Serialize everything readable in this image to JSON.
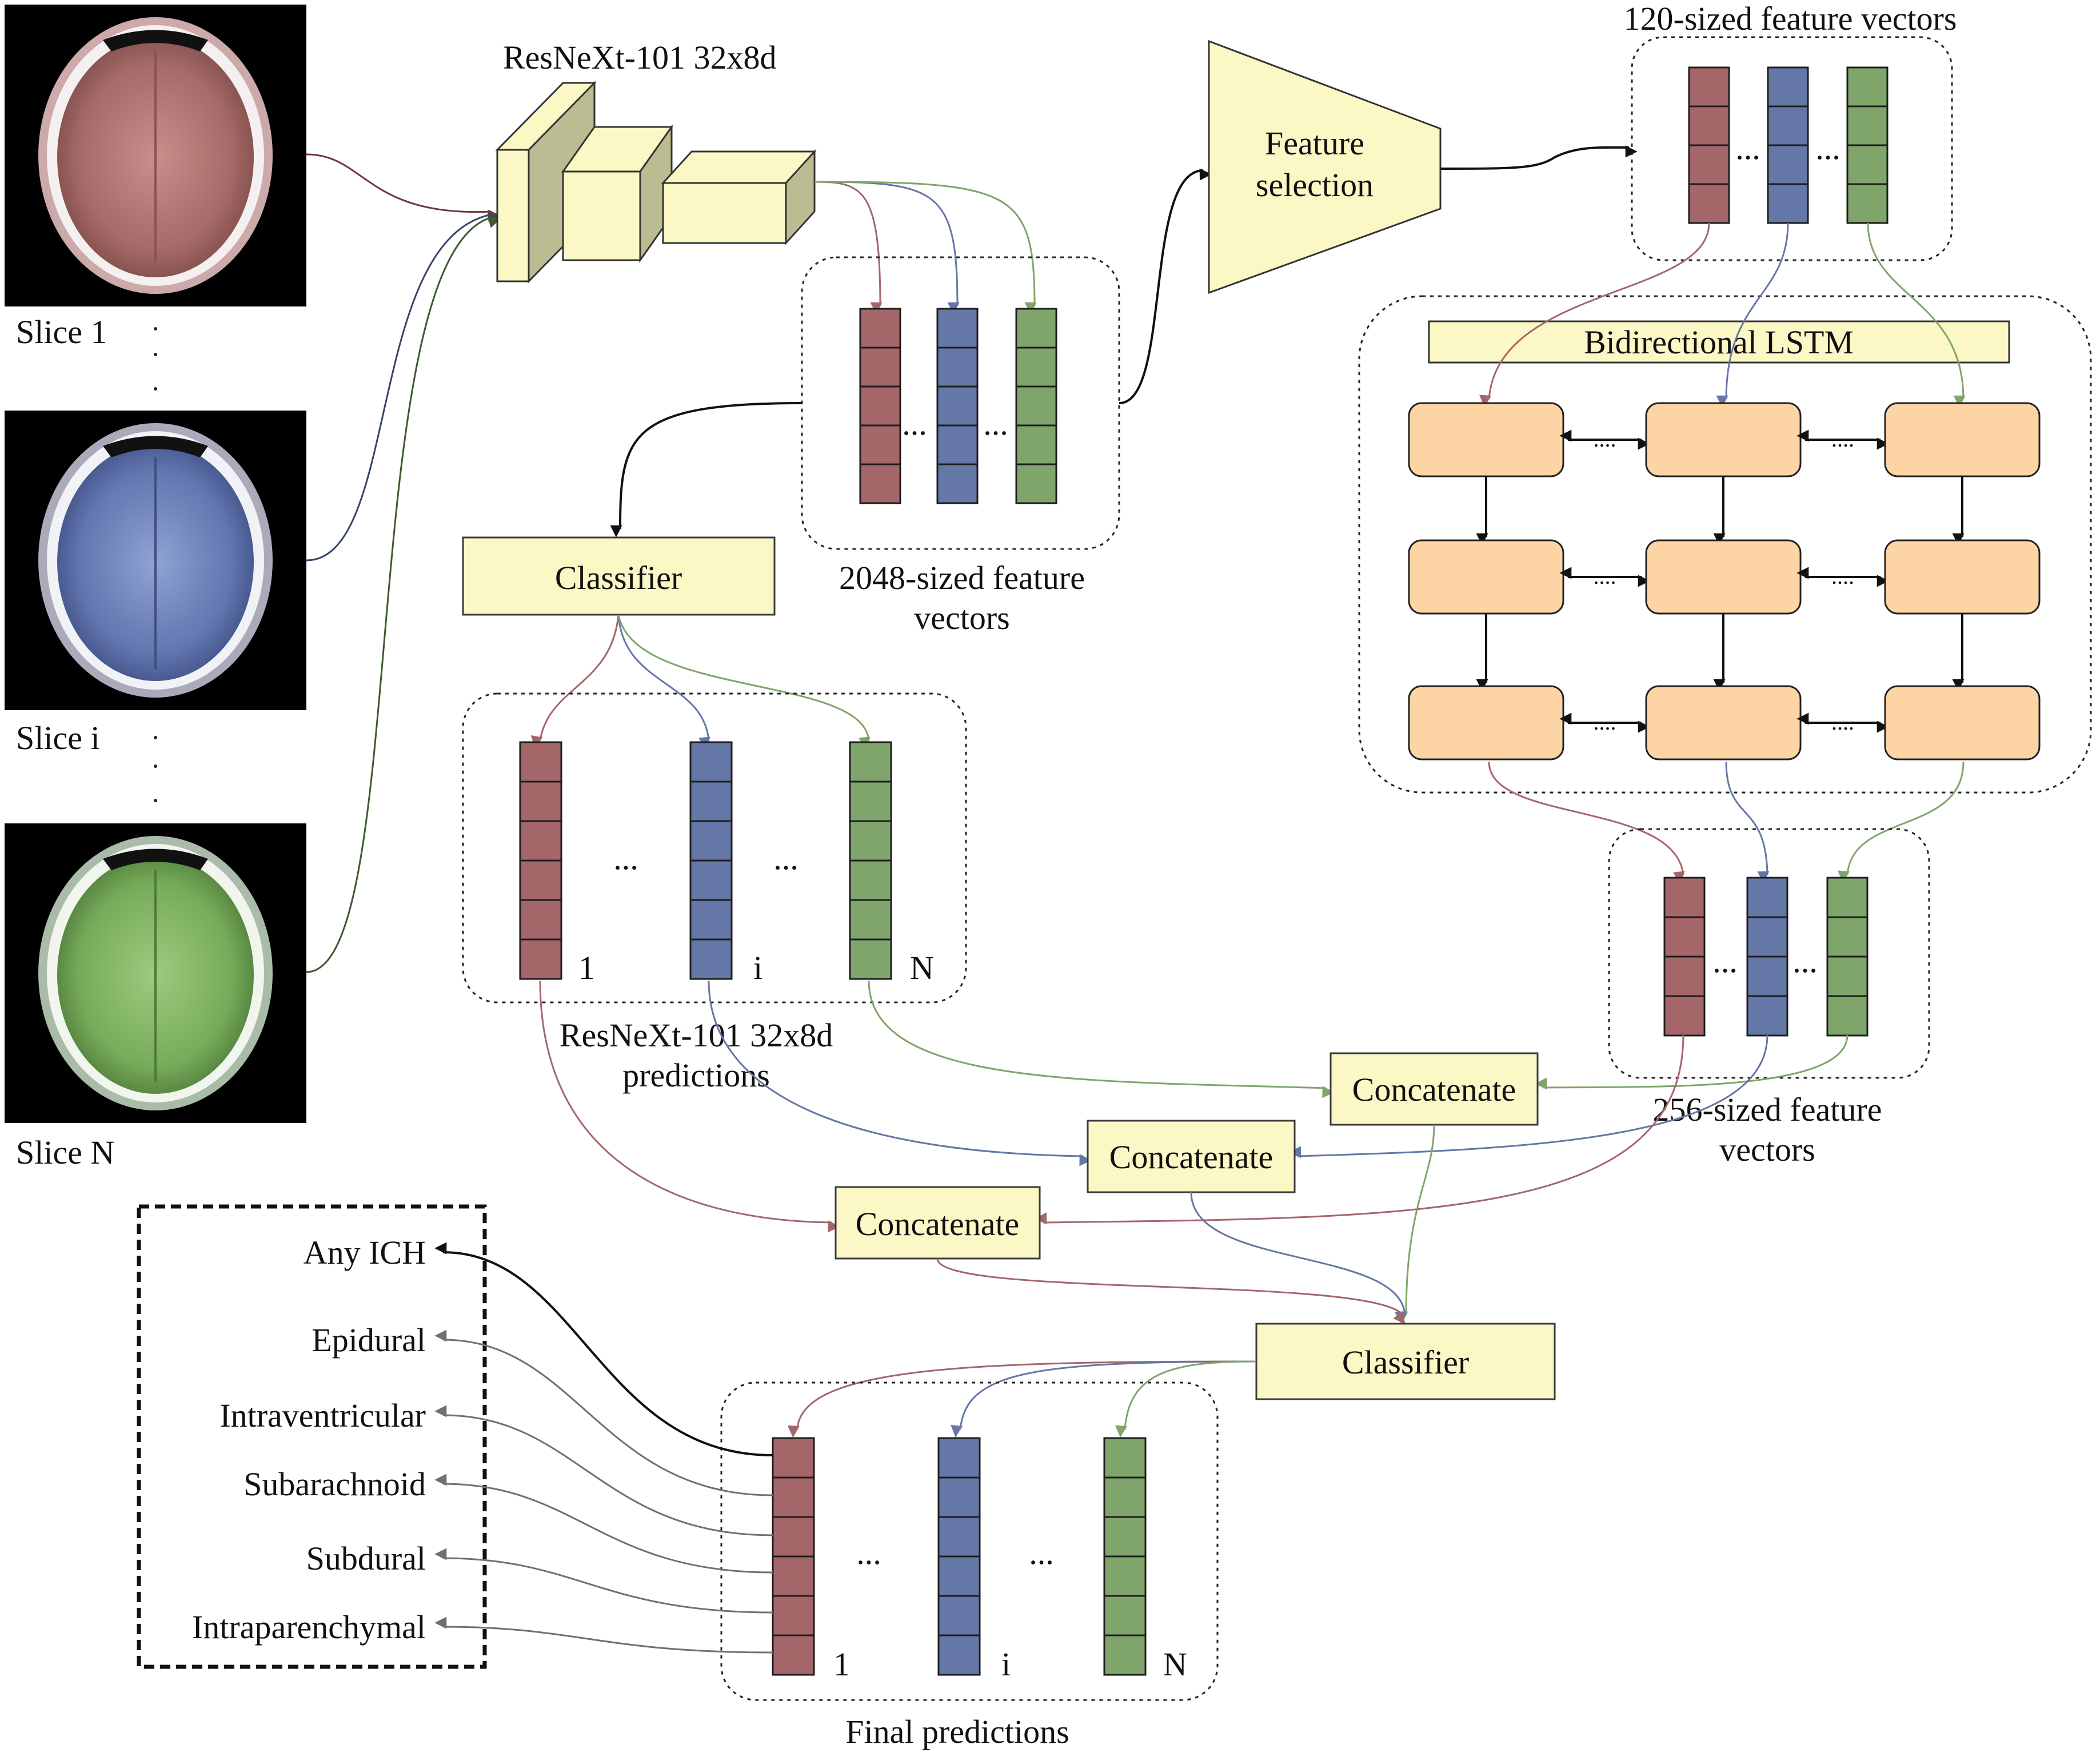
{
  "colors": {
    "red": "#a5666a",
    "blue": "#6577a6",
    "green": "#80a56b",
    "block_fill": "#fbf8c6",
    "block_side": "#bcbc93",
    "lstm_cell": "#fdd5a4",
    "arrow_gray": "#707070"
  },
  "slices": [
    {
      "label": "Slice 1",
      "tint": "red"
    },
    {
      "label": "Slice i",
      "tint": "blue"
    },
    {
      "label": "Slice N",
      "tint": "green"
    }
  ],
  "backbone": {
    "label": "ResNeXt-101 32x8d"
  },
  "feature_2048": {
    "label_line1": "2048-sized feature",
    "label_line2": "vectors",
    "dots": [
      "...",
      "..."
    ]
  },
  "feature_selection": {
    "line1": "Feature",
    "line2": "selection"
  },
  "feature_120": {
    "label": "120-sized feature vectors",
    "dots": [
      "...",
      "..."
    ]
  },
  "lstm": {
    "label": "Bidirectional LSTM",
    "dots": "...."
  },
  "feature_256": {
    "label_line1": "256-sized feature",
    "label_line2": "vectors",
    "dots": [
      "...",
      "..."
    ]
  },
  "classifier_top": {
    "label": "Classifier"
  },
  "resnext_preds": {
    "label_line1": "ResNeXt-101 32x8d",
    "label_line2": "predictions",
    "indices": [
      "1",
      "i",
      "N"
    ],
    "dots": [
      "...",
      "..."
    ]
  },
  "concat": {
    "label": "Concatenate"
  },
  "classifier_bottom": {
    "label": "Classifier"
  },
  "final_preds": {
    "label": "Final predictions",
    "indices": [
      "1",
      "i",
      "N"
    ],
    "dots": [
      "...",
      "..."
    ]
  },
  "outputs": [
    "Any ICH",
    "Epidural",
    "Intraventricular",
    "Subarachnoid",
    "Subdural",
    "Intraparenchymal"
  ]
}
